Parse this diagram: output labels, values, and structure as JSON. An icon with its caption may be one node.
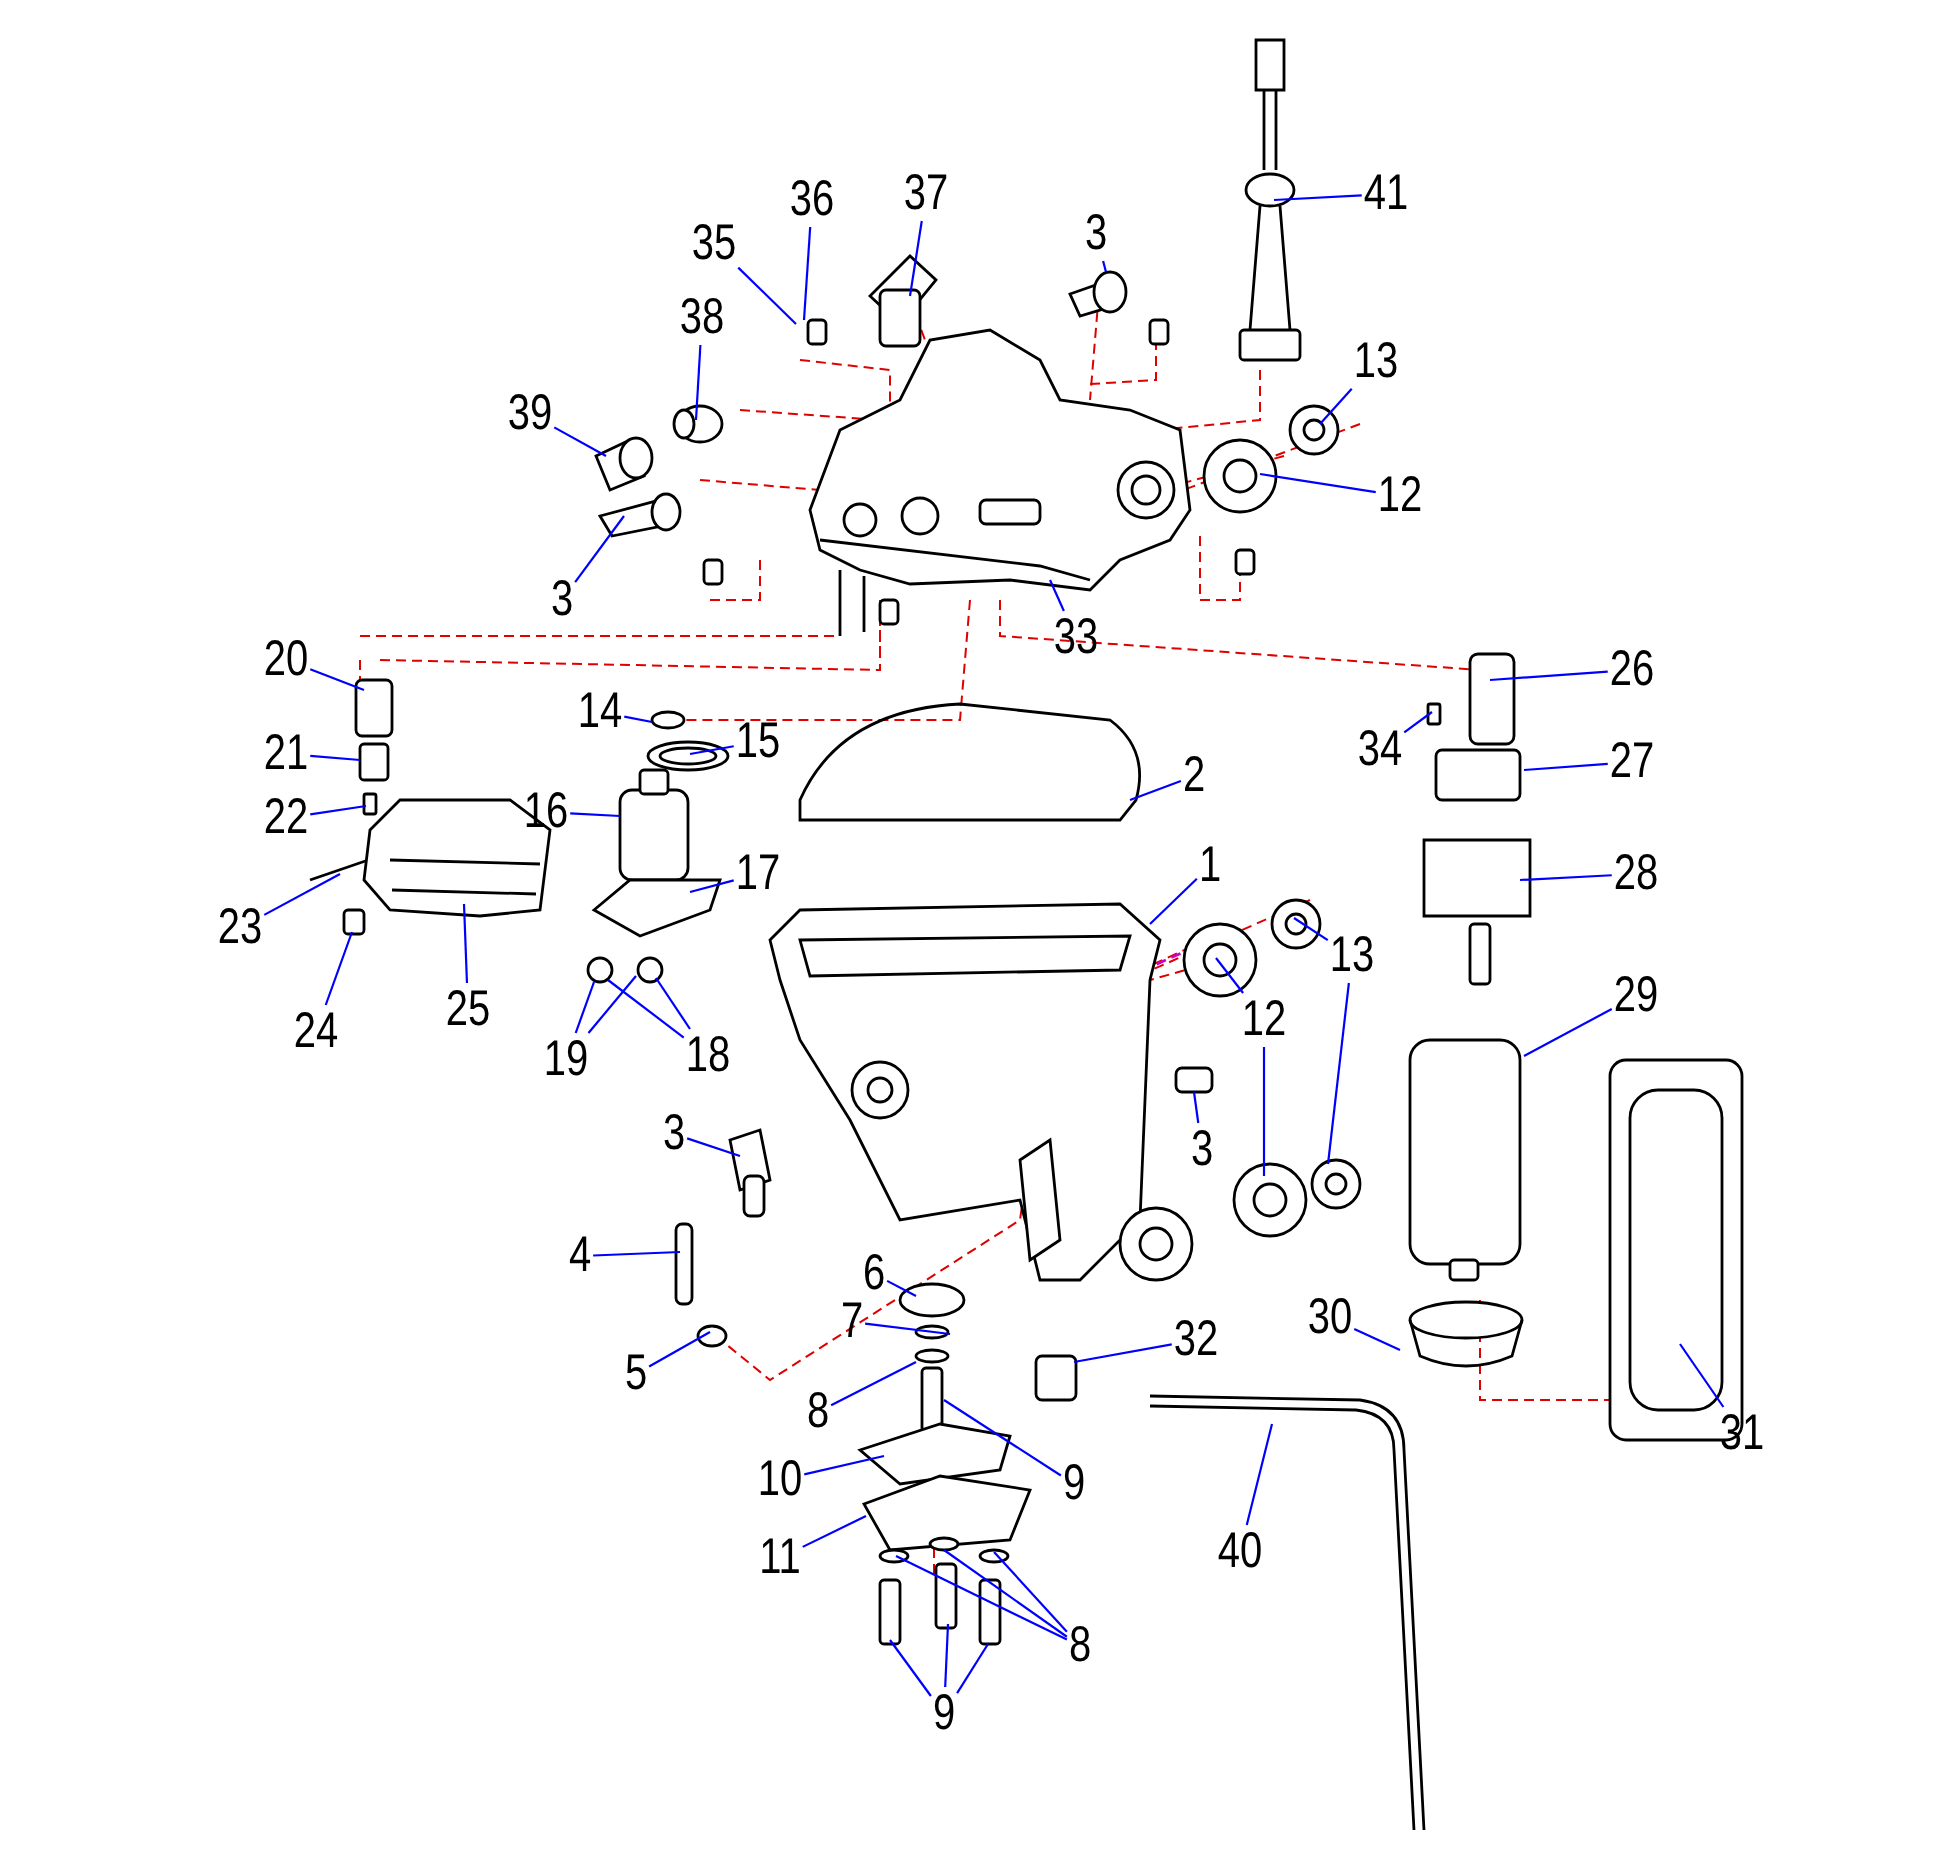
{
  "diagram": {
    "nodes": [
      {
        "text": [
          "36"
        ]
      },
      {
        "text": [
          "37"
        ]
      },
      {
        "text": [
          "41"
        ]
      },
      {
        "text": [
          "3"
        ]
      },
      {
        "text": [
          "35"
        ]
      },
      {
        "text": [
          "38"
        ]
      },
      {
        "text": [
          "13"
        ]
      },
      {
        "text": [
          "39"
        ]
      },
      {
        "text": [
          "12"
        ]
      },
      {
        "text": [
          "3"
        ]
      },
      {
        "text": [
          "33"
        ]
      },
      {
        "text": [
          "20"
        ]
      },
      {
        "text": [
          "26"
        ]
      },
      {
        "text": [
          "14"
        ]
      },
      {
        "text": [
          "15"
        ]
      },
      {
        "text": [
          "34"
        ]
      },
      {
        "text": [
          "21"
        ]
      },
      {
        "text": [
          "27"
        ]
      },
      {
        "text": [
          "2"
        ]
      },
      {
        "text": [
          "16"
        ]
      },
      {
        "text": [
          "22"
        ]
      },
      {
        "text": [
          "1"
        ]
      },
      {
        "text": [
          "17"
        ]
      },
      {
        "text": [
          "28"
        ]
      },
      {
        "text": [
          "23"
        ]
      },
      {
        "text": [
          "13"
        ]
      },
      {
        "text": [
          "12"
        ]
      },
      {
        "text": [
          "29"
        ]
      },
      {
        "text": [
          "25"
        ]
      },
      {
        "text": [
          "24"
        ]
      },
      {
        "text": [
          "18"
        ]
      },
      {
        "text": [
          "19"
        ]
      },
      {
        "text": [
          "3"
        ]
      },
      {
        "text": [
          "3"
        ]
      },
      {
        "text": [
          "4"
        ]
      },
      {
        "text": [
          "6"
        ]
      },
      {
        "text": [
          "30"
        ]
      },
      {
        "text": [
          "32"
        ]
      },
      {
        "text": [
          "7"
        ]
      },
      {
        "text": [
          "5"
        ]
      },
      {
        "text": [
          "8"
        ]
      },
      {
        "text": [
          "31"
        ]
      },
      {
        "text": [
          "9"
        ]
      },
      {
        "text": [
          "10"
        ]
      },
      {
        "text": [
          "40"
        ]
      },
      {
        "text": [
          "11"
        ]
      },
      {
        "text": [
          "8"
        ]
      },
      {
        "text": [
          "9"
        ]
      }
    ],
    "edges": [
      {
        "from": 0,
        "to": null,
        "arrow": "none"
      },
      {
        "from": 1,
        "to": null,
        "arrow": "none"
      },
      {
        "from": 2,
        "to": null,
        "arrow": "none"
      },
      {
        "from": 3,
        "to": null,
        "arrow": "none"
      },
      {
        "from": 4,
        "to": null,
        "arrow": "none"
      },
      {
        "from": 5,
        "to": null,
        "arrow": "none"
      },
      {
        "from": 6,
        "to": null,
        "arrow": "none"
      },
      {
        "from": 7,
        "to": null,
        "arrow": "none"
      },
      {
        "from": 8,
        "to": null,
        "arrow": "none"
      },
      {
        "from": 9,
        "to": null,
        "arrow": "none"
      },
      {
        "from": 10,
        "to": null,
        "arrow": "none"
      },
      {
        "from": 11,
        "to": null,
        "arrow": "none"
      },
      {
        "from": 12,
        "to": null,
        "arrow": "none"
      },
      {
        "from": 13,
        "to": null,
        "arrow": "none"
      },
      {
        "from": 14,
        "to": null,
        "arrow": "none"
      },
      {
        "from": 15,
        "to": null,
        "arrow": "none"
      },
      {
        "from": 16,
        "to": null,
        "arrow": "none"
      },
      {
        "from": 17,
        "to": null,
        "arrow": "none"
      },
      {
        "from": 18,
        "to": null,
        "arrow": "none"
      },
      {
        "from": 19,
        "to": null,
        "arrow": "none"
      },
      {
        "from": 20,
        "to": null,
        "arrow": "none"
      },
      {
        "from": 21,
        "to": null,
        "arrow": "none"
      },
      {
        "from": 22,
        "to": null,
        "arrow": "none"
      },
      {
        "from": 23,
        "to": null,
        "arrow": "none"
      },
      {
        "from": 24,
        "to": null,
        "arrow": "none"
      },
      {
        "from": 25,
        "to": null,
        "arrow": "none"
      },
      {
        "from": 25,
        "to": null,
        "arrow": "none"
      },
      {
        "from": 26,
        "to": null,
        "arrow": "none"
      },
      {
        "from": 26,
        "to": null,
        "arrow": "none"
      },
      {
        "from": 27,
        "to": null,
        "arrow": "none"
      },
      {
        "from": 28,
        "to": null,
        "arrow": "none"
      },
      {
        "from": 29,
        "to": null,
        "arrow": "none"
      },
      {
        "from": 30,
        "to": null,
        "arrow": "none"
      },
      {
        "from": 30,
        "to": null,
        "arrow": "none"
      },
      {
        "from": 31,
        "to": null,
        "arrow": "none"
      },
      {
        "from": 31,
        "to": null,
        "arrow": "none"
      },
      {
        "from": 32,
        "to": null,
        "arrow": "none"
      },
      {
        "from": 33,
        "to": null,
        "arrow": "none"
      },
      {
        "from": 34,
        "to": null,
        "arrow": "none"
      },
      {
        "from": 35,
        "to": null,
        "arrow": "none"
      },
      {
        "from": 36,
        "to": null,
        "arrow": "none"
      },
      {
        "from": 37,
        "to": null,
        "arrow": "none"
      },
      {
        "from": 38,
        "to": null,
        "arrow": "none"
      },
      {
        "from": 39,
        "to": null,
        "arrow": "none"
      },
      {
        "from": 40,
        "to": null,
        "arrow": "none"
      },
      {
        "from": 41,
        "to": null,
        "arrow": "none"
      },
      {
        "from": 42,
        "to": null,
        "arrow": "none"
      },
      {
        "from": 43,
        "to": null,
        "arrow": "none"
      },
      {
        "from": 44,
        "to": null,
        "arrow": "none"
      },
      {
        "from": 45,
        "to": null,
        "arrow": "none"
      },
      {
        "from": 46,
        "to": null,
        "arrow": "none"
      },
      {
        "from": 46,
        "to": null,
        "arrow": "none"
      },
      {
        "from": 46,
        "to": null,
        "arrow": "none"
      },
      {
        "from": 47,
        "to": null,
        "arrow": "none"
      },
      {
        "from": 47,
        "to": null,
        "arrow": "none"
      },
      {
        "from": 47,
        "to": null,
        "arrow": "none"
      }
    ]
  }
}
